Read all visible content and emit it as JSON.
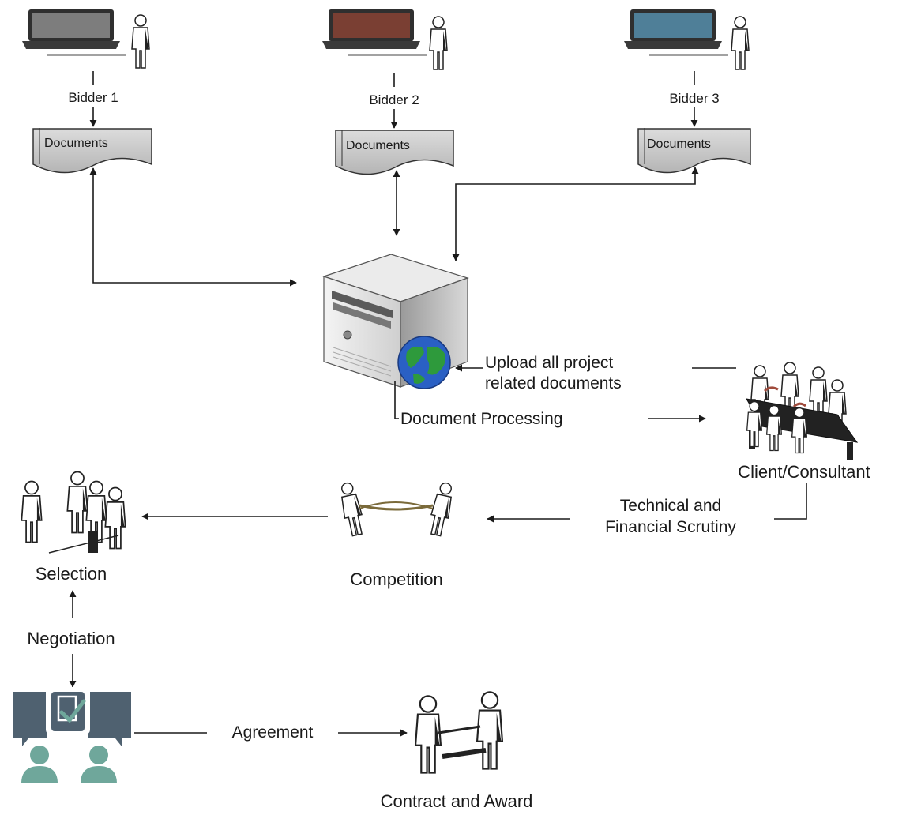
{
  "bidders": [
    {
      "label": "Bidder 1",
      "doc_label": "Documents",
      "screen_color": "#7d7d7d"
    },
    {
      "label": "Bidder 2",
      "doc_label": "Documents",
      "screen_color": "#7a3f33"
    },
    {
      "label": "Bidder 3",
      "doc_label": "Documents",
      "screen_color": "#4f7f98"
    }
  ],
  "server": {
    "icon": "server-with-globe"
  },
  "flows": {
    "upload": [
      "Upload all  project",
      "related documents"
    ],
    "processing": "Document  Processing",
    "scrutiny": [
      "Technical and",
      "Financial Scrutiny"
    ],
    "negotiation": "Negotiation",
    "agreement": "Agreement"
  },
  "nodes": {
    "client": "Client/Consultant",
    "competition": "Competition",
    "selection": "Selection",
    "contract": "Contract and Award"
  },
  "colors": {
    "line": "#1a1a1a",
    "chat": "#4f6170",
    "people": "#6fa79b",
    "globe_sea": "#2a60c4",
    "globe_land": "#2e9a3c"
  }
}
